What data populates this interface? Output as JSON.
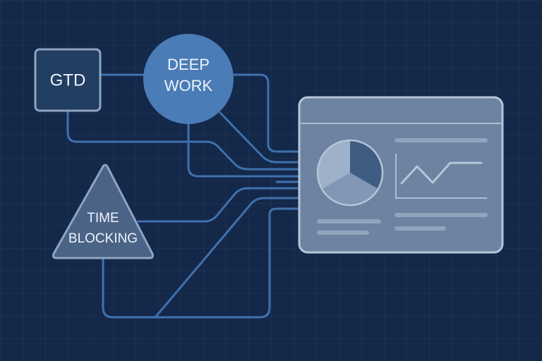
{
  "diagram": {
    "title": "Productivity methods connected to a dashboard",
    "colors": {
      "background": "#14284a",
      "connector": "#3f71ad",
      "gtd_fill": "#233e63",
      "gtd_stroke": "#8ea4c2",
      "deep_work_fill": "#4a7cb7",
      "time_blocking_fill": "#4a6386",
      "time_blocking_stroke": "#8ea4c2",
      "dashboard_fill": "#6e83a2",
      "dashboard_stroke": "#b7c5d8",
      "pie_light": "#9fb1c9",
      "pie_mid": "#8297b5",
      "pie_dark": "#3f5d83"
    },
    "nodes": {
      "gtd": {
        "label": "GTD",
        "shape": "rounded-square"
      },
      "deep_work": {
        "line1": "DEEP",
        "line2": "WORK",
        "shape": "circle"
      },
      "time_blocking": {
        "line1": "TIME",
        "line2": "BLOCKING",
        "shape": "triangle"
      }
    },
    "dashboard": {
      "shape": "window",
      "pie_chart": {
        "slices": [
          {
            "name": "dark",
            "start_deg": 0,
            "end_deg": 120
          },
          {
            "name": "mid",
            "start_deg": 120,
            "end_deg": 240
          },
          {
            "name": "light",
            "start_deg": 240,
            "end_deg": 360
          }
        ]
      },
      "line_chart": {
        "points": "zig-zag rising then flat"
      }
    }
  }
}
